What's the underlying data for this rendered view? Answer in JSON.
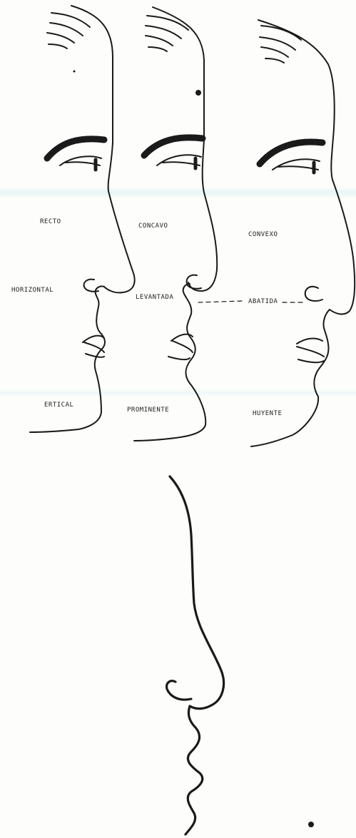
{
  "profiles": [
    {
      "forehead_label": "RECTO",
      "nose_label": "HORIZONTAL",
      "chin_label": "ERTICAL"
    },
    {
      "forehead_label": "CONCAVO",
      "nose_label": "LEVANTADA",
      "chin_label": "PROMINENTE"
    },
    {
      "forehead_label": "CONVEXO",
      "nose_label": "ABATIDA",
      "chin_label": "HUYENTE"
    }
  ],
  "colors": {
    "ink": "#1a1a1a",
    "paper": "#fdfdfb"
  }
}
